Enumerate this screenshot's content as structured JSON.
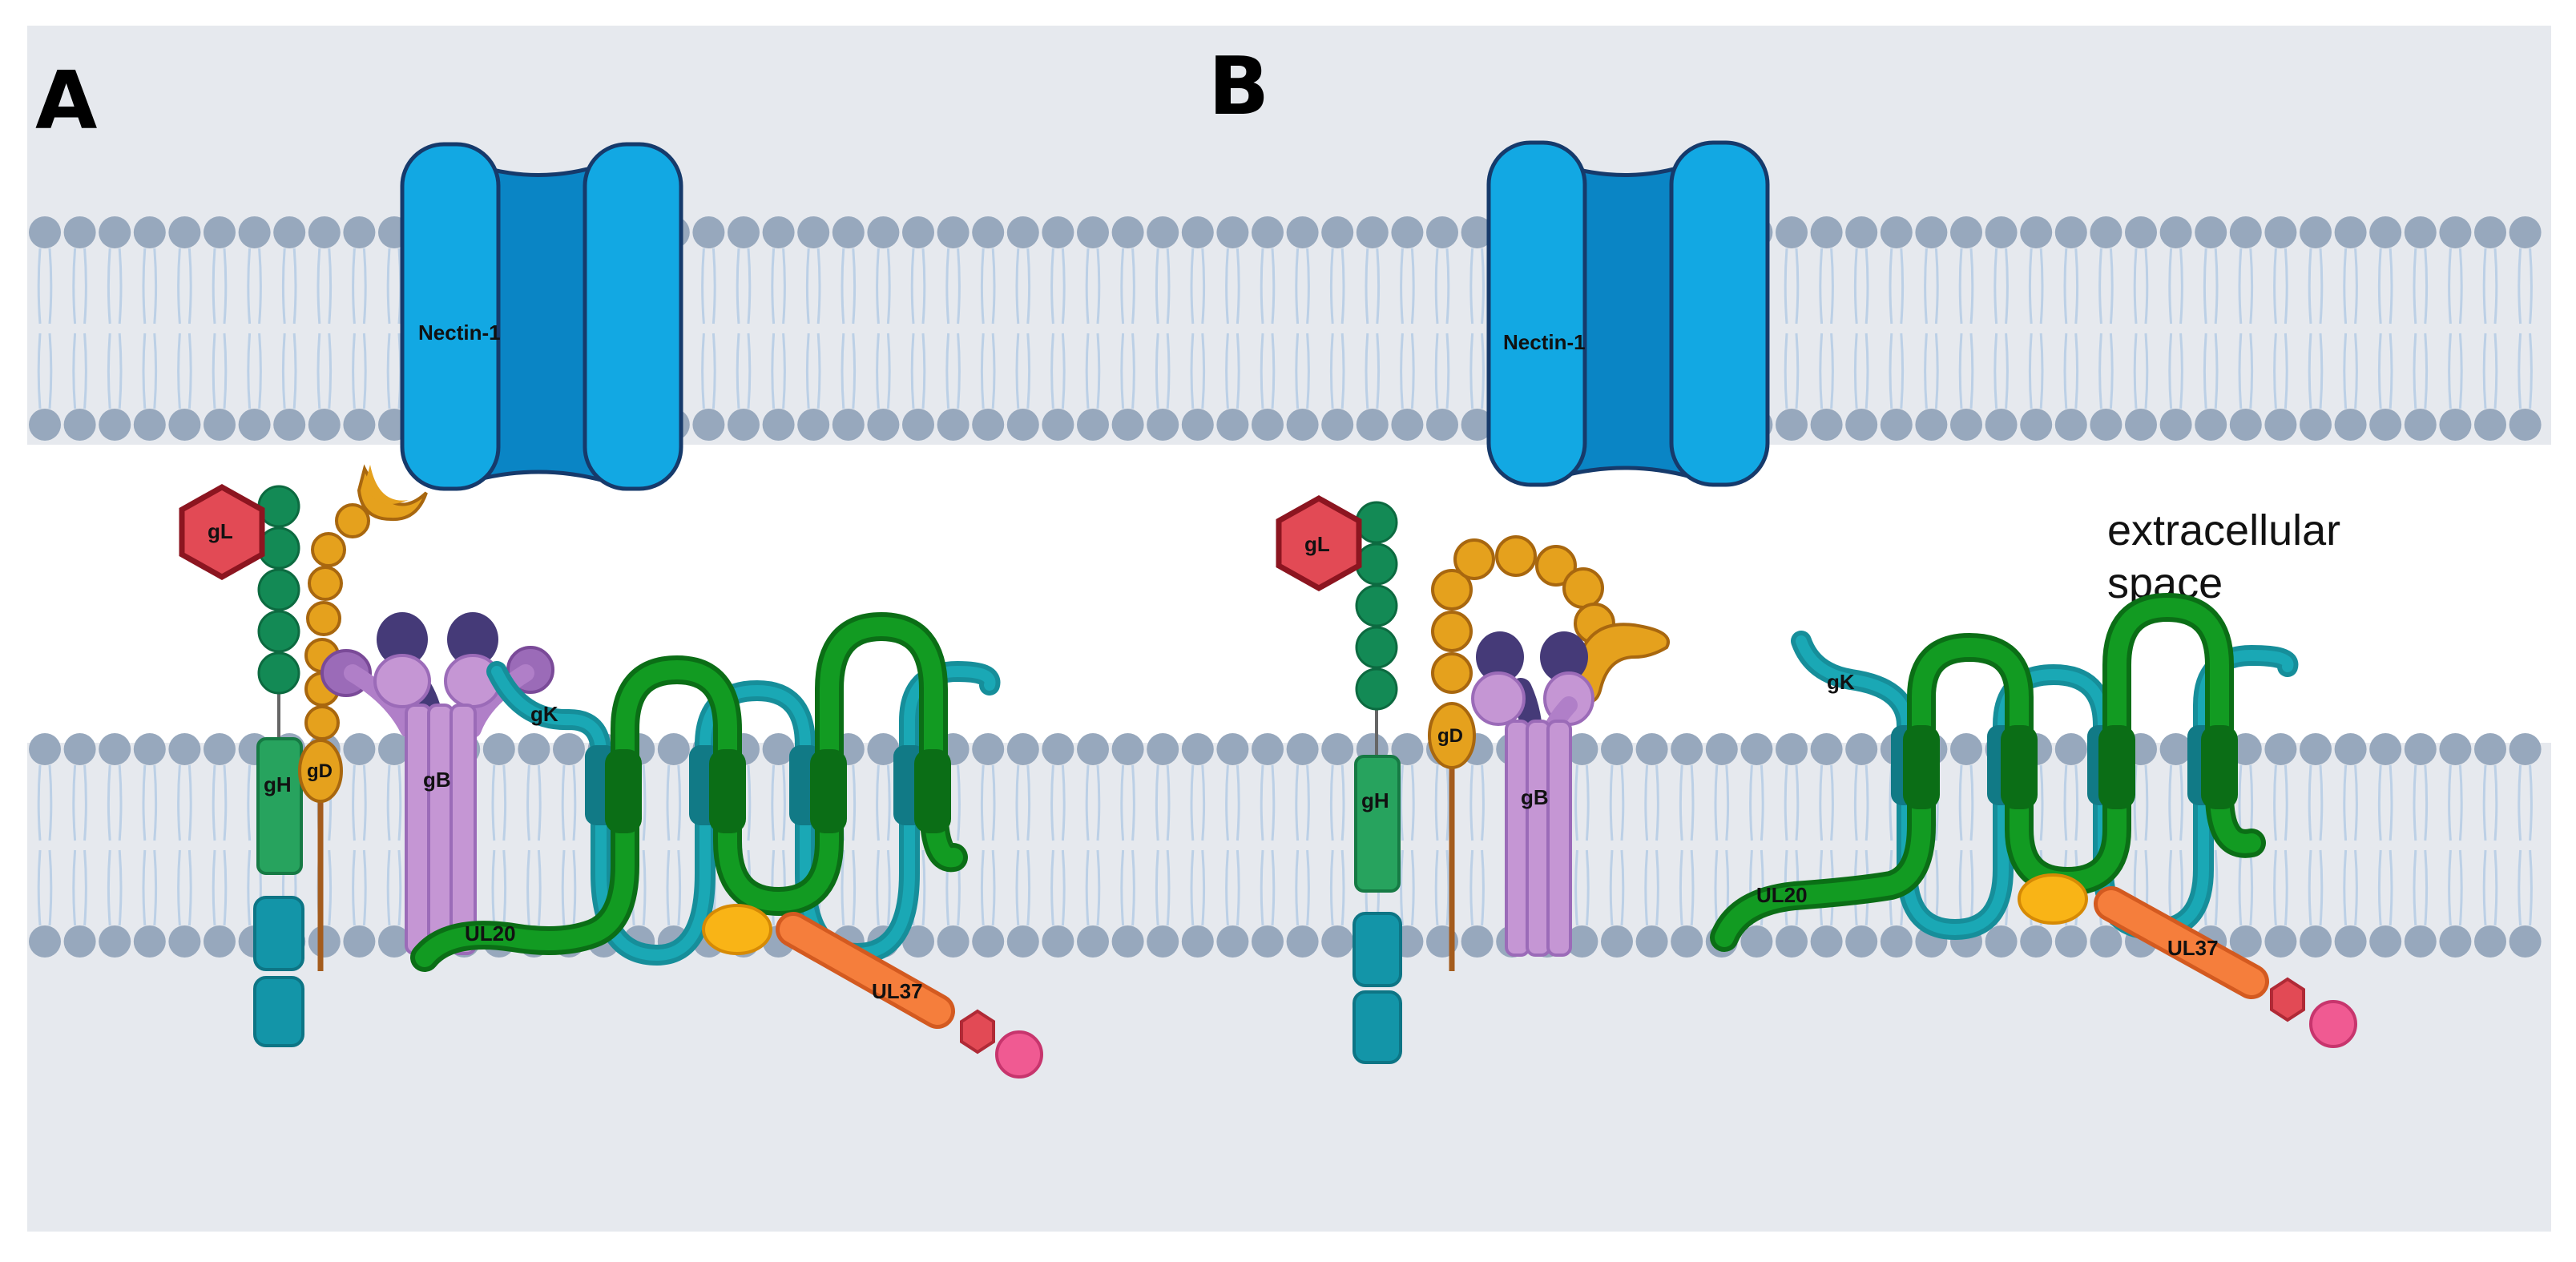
{
  "panels": {
    "a": {
      "letter": "A",
      "receptor": "Nectin-1",
      "labels": {
        "gL": "gL",
        "gH": "gH",
        "gD": "gD",
        "gB": "gB",
        "gK": "gK",
        "UL20": "UL20",
        "UL37": "UL37"
      }
    },
    "b": {
      "letter": "B",
      "receptor": "Nectin-1",
      "area": [
        "extracellular",
        "space"
      ],
      "labels": {
        "gL": "gL",
        "gH": "gH",
        "gD": "gD",
        "gB": "gB",
        "gK": "gK",
        "UL20": "UL20",
        "UL37": "UL37"
      }
    }
  },
  "colors": {
    "background_band": "#e6e9ee",
    "lipid_head": "#97a8bd",
    "lipid_tail": "#bcd0e6",
    "nectin_light": "#12a8e3",
    "nectin_dark": "#0a85c5",
    "gH_green": "#27a35e",
    "gH_dark": "#10805a",
    "teal": "#1395a8",
    "gD_orange": "#e5a11d",
    "gB_lilac": "#c596d4",
    "gB_dark": "#453a78",
    "gK_teal": "#168e9a",
    "UL20_green": "#129b22",
    "UL37_orange": "#f57e3c",
    "yellow_oval": "#f9b416",
    "red_hex": "#e24a55",
    "pink_end": "#f05a92"
  }
}
